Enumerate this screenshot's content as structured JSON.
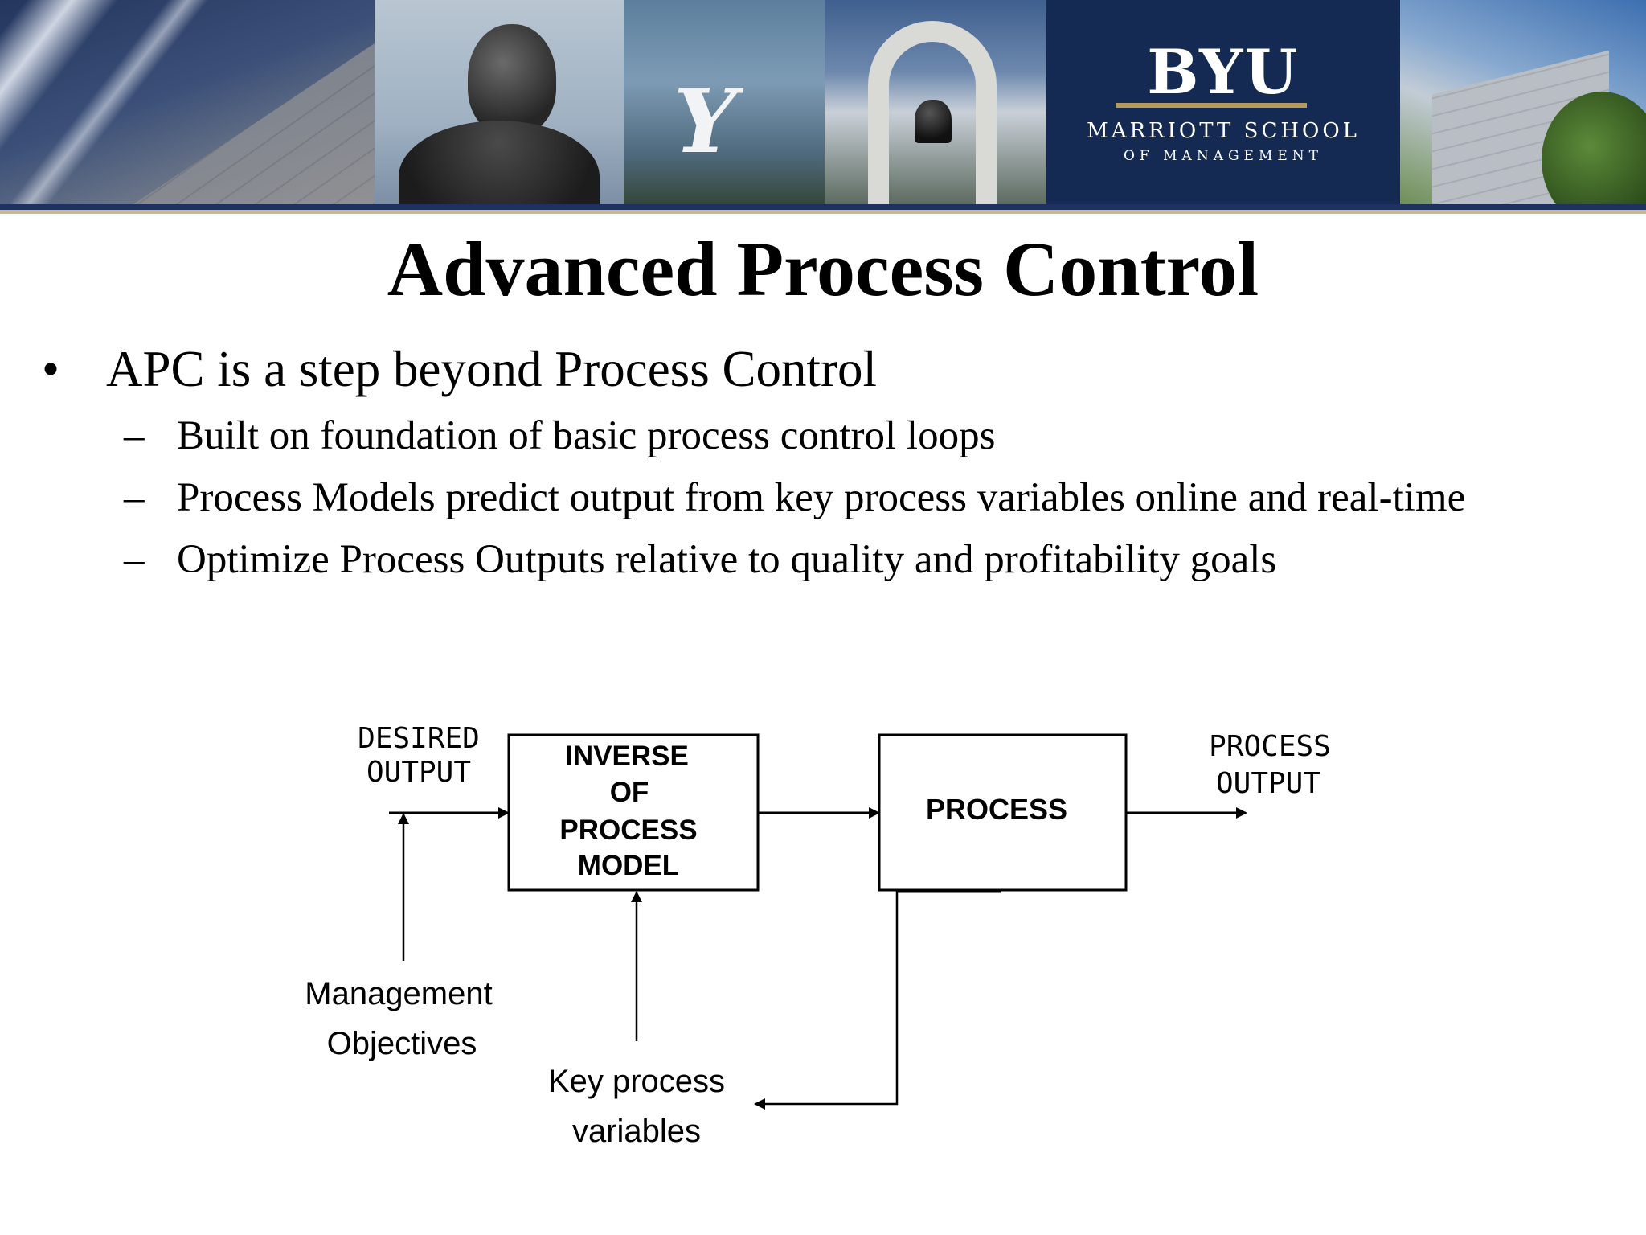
{
  "header": {
    "logo_text": "BYU",
    "school_name": "MARRIOTT SCHOOL",
    "school_sub": "OF MANAGEMENT",
    "colors": {
      "navy": "#142a52",
      "gold": "#b49a5c"
    }
  },
  "slide": {
    "title": "Advanced Process Control",
    "bullets": [
      {
        "text": "APC is a step beyond Process Control",
        "sub": [
          "Built on foundation of basic process control loops",
          "Process Models predict output from key process variables online and real-time",
          "Optimize Process Outputs relative to quality and profitability goals"
        ]
      }
    ],
    "bullet_mark": "•",
    "sub_mark": "–"
  },
  "diagram": {
    "desired_output": [
      "DESIRED",
      "OUTPUT"
    ],
    "inverse_model": [
      "INVERSE",
      "OF",
      "PROCESS",
      "MODEL"
    ],
    "process": "PROCESS",
    "process_output": [
      "PROCESS",
      "OUTPUT"
    ],
    "management": [
      "Management",
      "Objectives"
    ],
    "key_vars": [
      "Key process",
      "variables"
    ]
  }
}
